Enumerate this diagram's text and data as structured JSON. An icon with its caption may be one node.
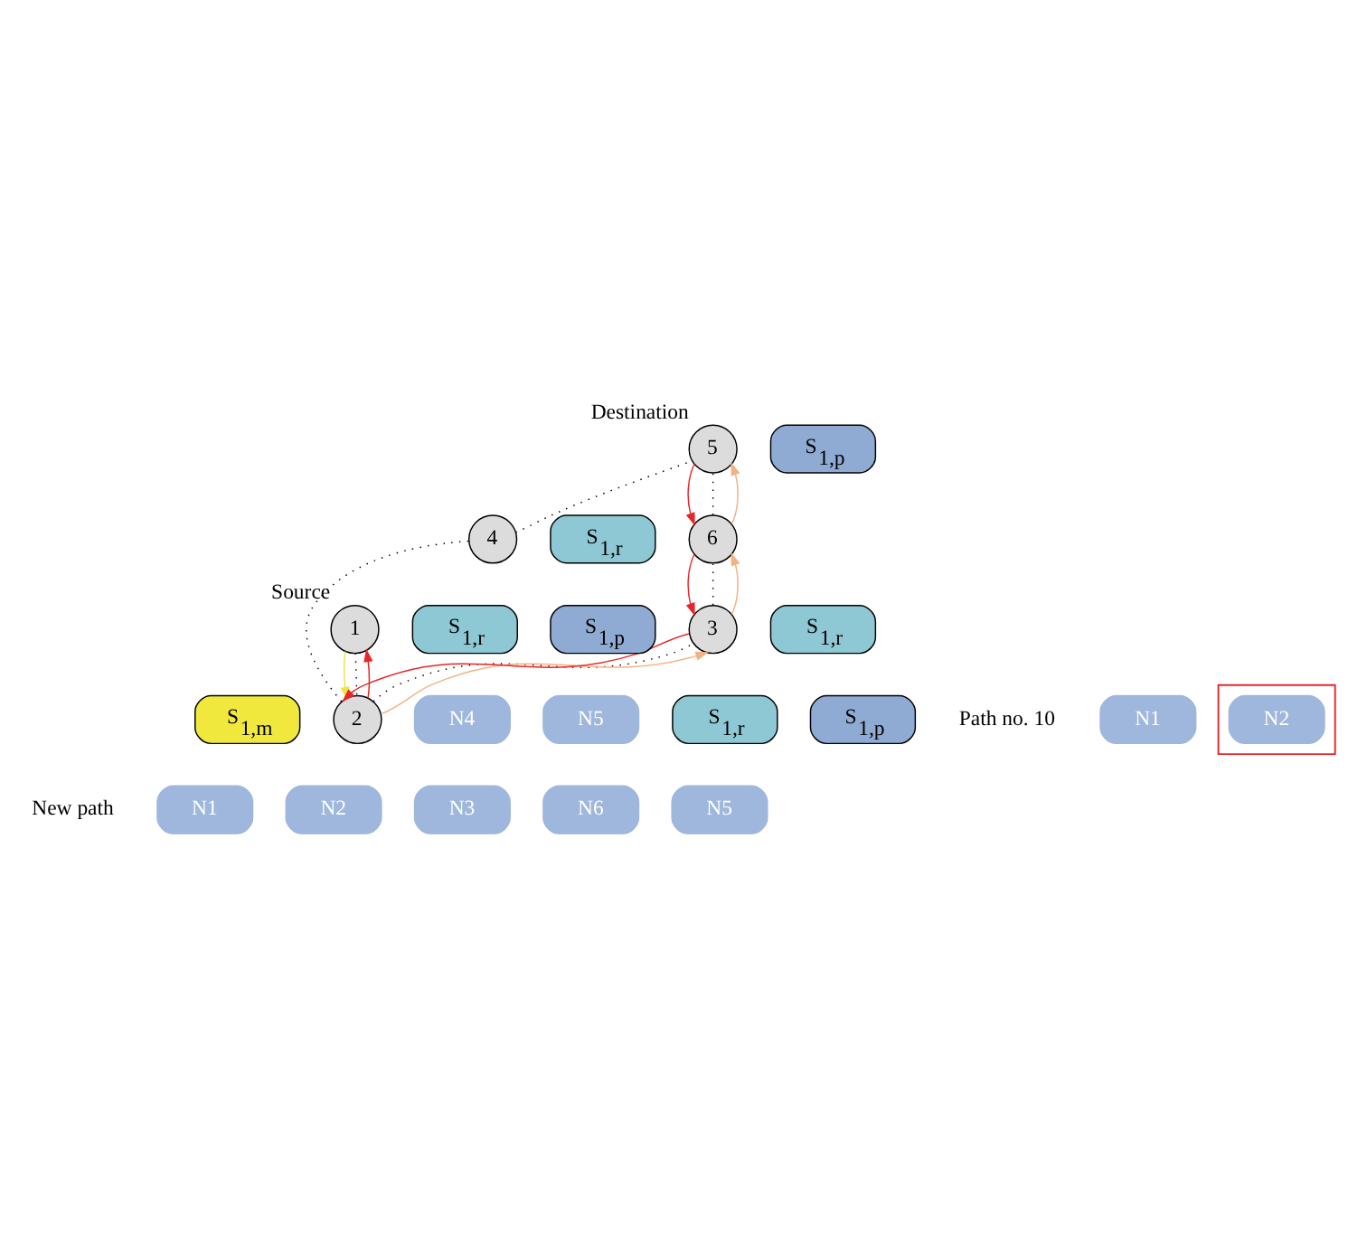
{
  "diagram": {
    "nodes": [
      {
        "text": [
          "5"
        ],
        "beside": [
          "Destination"
        ]
      },
      {
        "text": [
          "4"
        ]
      },
      {
        "text": [
          "S$_{1,r}$"
        ]
      },
      {
        "text": [
          "S$_{1,p}$"
        ]
      },
      {
        "text": [
          "6"
        ]
      },
      {
        "text": [
          "S$_{1,r}$"
        ]
      },
      {
        "text": [
          "S$_{1,m}$"
        ]
      },
      {
        "text": [
          "2"
        ]
      },
      {
        "text": [
          "S$_{1,r}$"
        ]
      },
      {
        "text": [
          "S$_{1,p}$"
        ]
      },
      {
        "text": [
          "1"
        ],
        "beside": [
          "Source"
        ]
      },
      {
        "text": [
          "3"
        ]
      },
      {
        "text": [
          "S$_{1,r}$"
        ]
      },
      {
        "text": [
          "S$_{1,p}$"
        ]
      },
      {
        "text": [
          "N1"
        ]
      },
      {
        "text": [],
        "shape": "box"
      },
      {
        "text": [
          "N2"
        ],
        "in": 15
      },
      {
        "text": [
          "N4"
        ]
      },
      {
        "text": [
          "N5"
        ]
      },
      {
        "text": [
          "N1"
        ]
      },
      {
        "text": [
          "N2"
        ]
      },
      {
        "text": [
          "N3"
        ]
      },
      {
        "text": [
          "N6"
        ]
      },
      {
        "text": [
          "N5"
        ]
      }
    ],
    "edges": [
      {
        "from": 10,
        "to": 7,
        "arrow": "none",
        "style": "dashed"
      },
      {
        "from": 7,
        "to": 1,
        "arrow": "none",
        "style": "dashed"
      },
      {
        "from": 1,
        "to": 0,
        "arrow": "none",
        "style": "dashed"
      },
      {
        "from": 7,
        "to": 11,
        "arrow": "none",
        "style": "dashed"
      },
      {
        "from": 11,
        "to": 4,
        "arrow": "none",
        "style": "dashed"
      },
      {
        "from": 4,
        "to": 0,
        "arrow": "none",
        "style": "dashed"
      },
      {
        "from": 10,
        "to": 7,
        "arrow": "to",
        "color": "#ece642"
      },
      {
        "from": 7,
        "to": 10,
        "arrow": "to",
        "color": "#e8262a"
      },
      {
        "from": 7,
        "to": 11,
        "arrow": "to",
        "color": "#f4b183"
      },
      {
        "from": 11,
        "to": 7,
        "arrow": "to",
        "color": "#e8262a"
      },
      {
        "from": 0,
        "to": 4,
        "arrow": "to",
        "color": "#e8262a"
      },
      {
        "from": 4,
        "to": 11,
        "arrow": "to",
        "color": "#e8262a"
      },
      {
        "from": 11,
        "to": 4,
        "arrow": "to",
        "color": "#f4b183"
      },
      {
        "from": 4,
        "to": 0,
        "arrow": "to",
        "color": "#f4b183"
      }
    ],
    "labels": [
      "Path no. 10",
      "New path"
    ]
  }
}
